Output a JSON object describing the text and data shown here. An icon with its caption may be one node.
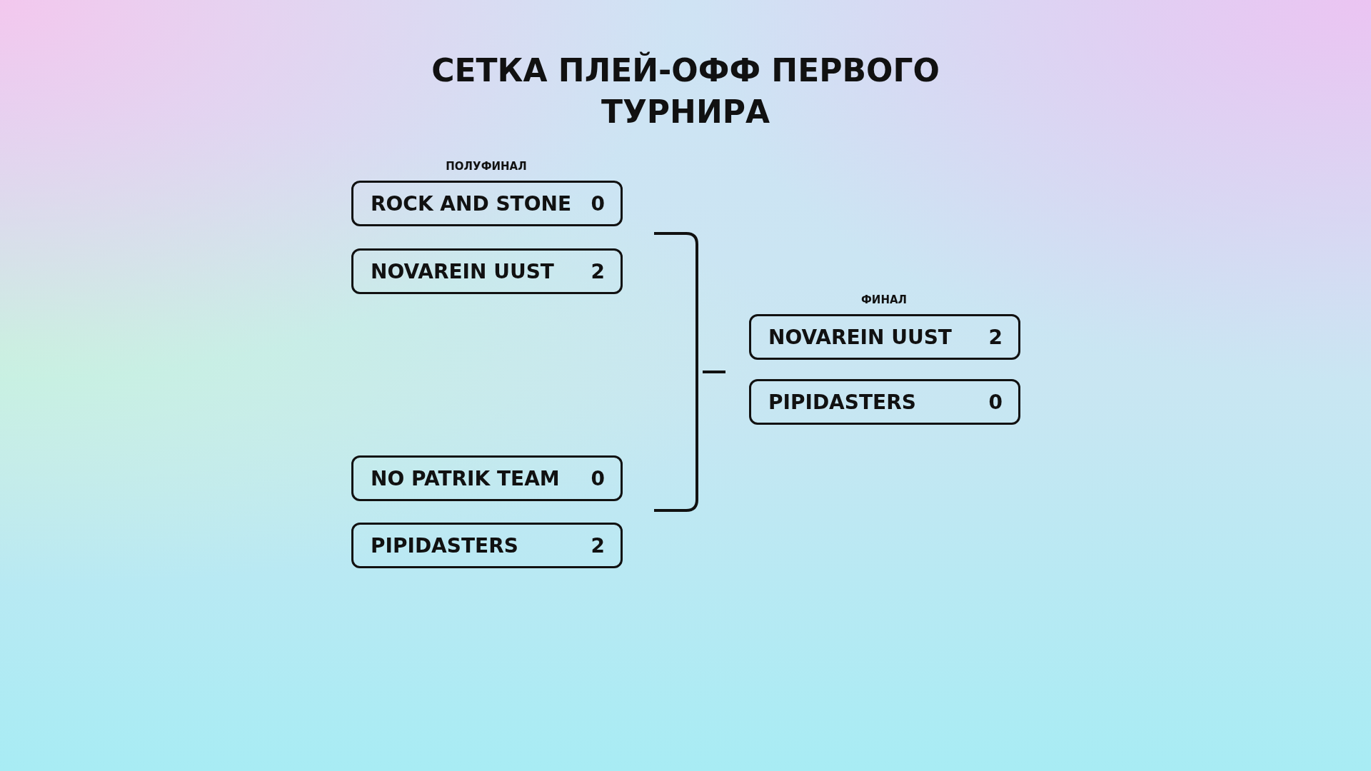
{
  "diagram": {
    "title": "СЕТКА ПЛЕЙ-ОФФ ПЕРВОГО ТУРНИРА",
    "nodes": [
      {
        "text": [
          "ROCK AND STONE",
          "0"
        ]
      },
      {
        "text": [
          "NOVAREIN UUST",
          "2"
        ]
      },
      {
        "text": [
          "NO PATRIK TEAM",
          "0"
        ]
      },
      {
        "text": [
          "PIPIDASTERS",
          "2"
        ]
      },
      {
        "text": [
          "NOVAREIN UUST",
          "2"
        ]
      },
      {
        "text": [
          "PIPIDASTERS",
          "0"
        ]
      }
    ],
    "labels": [
      "ПОЛУФИНАЛ",
      "ФИНАЛ"
    ]
  }
}
